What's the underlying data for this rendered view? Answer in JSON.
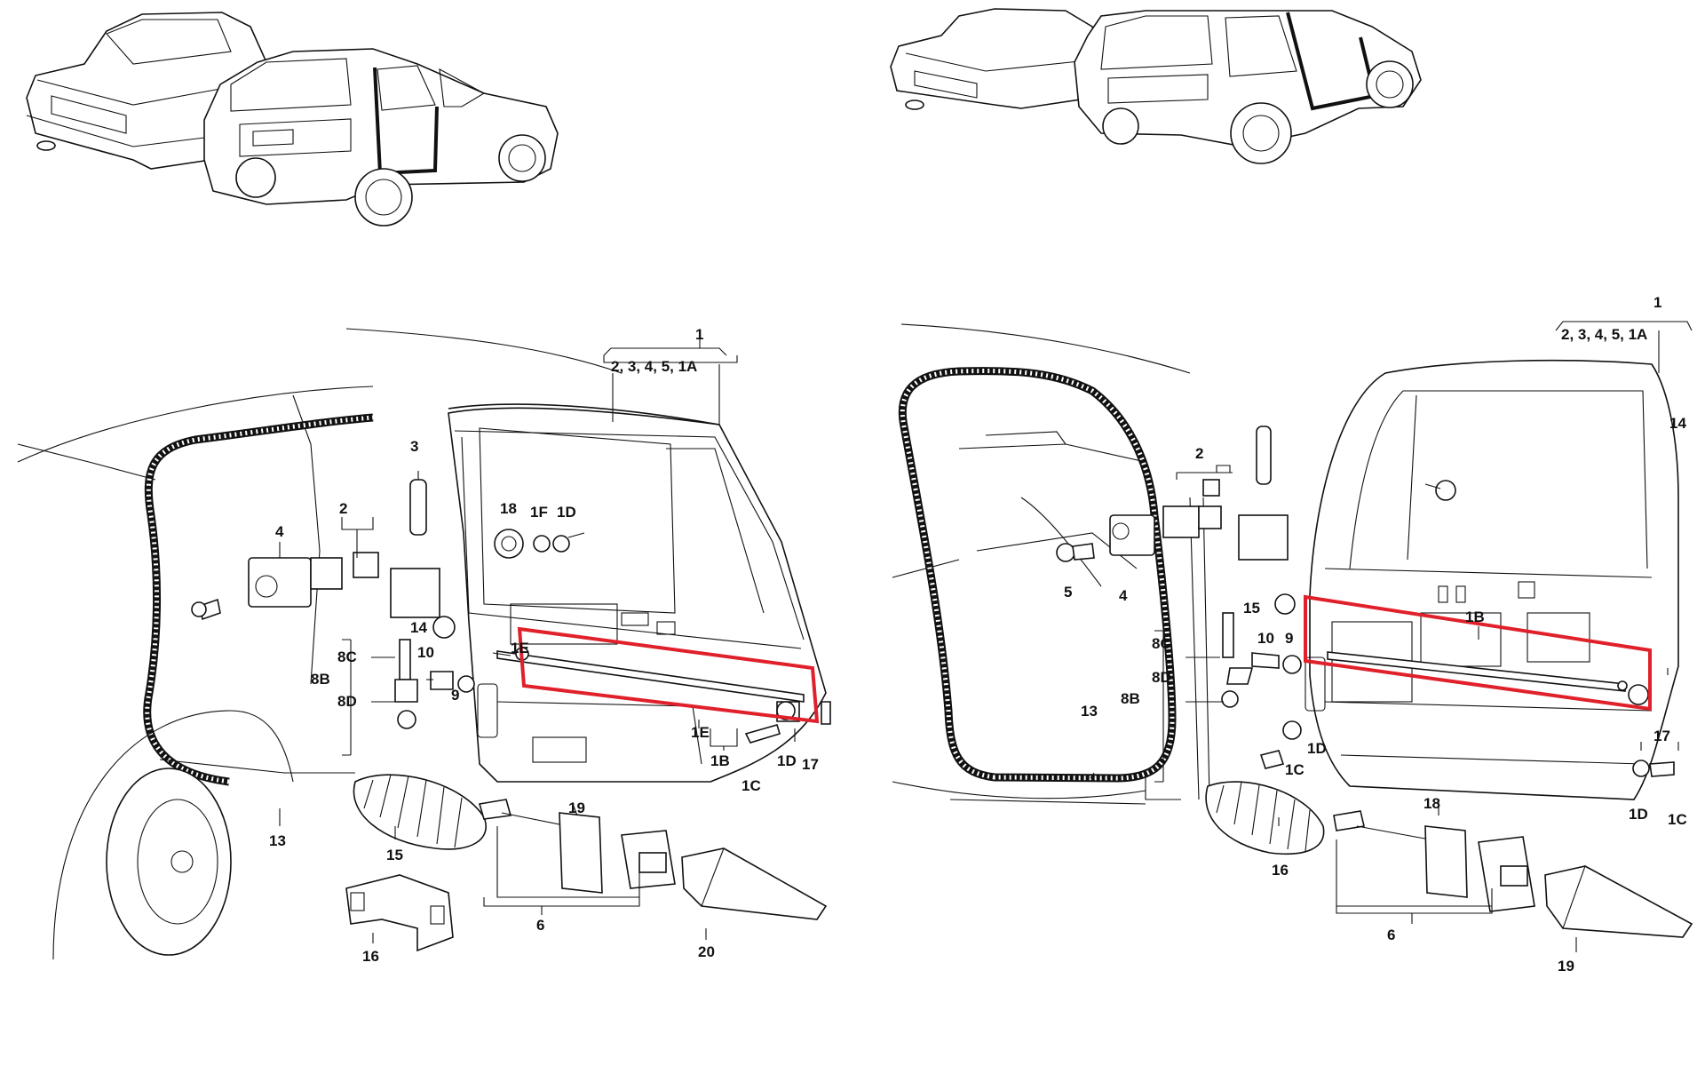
{
  "colors": {
    "highlight": "#e0202a",
    "ink": "#111111",
    "background": "#ffffff"
  },
  "left_diagram": {
    "group_label": "2, 3, 4, 5, 1A",
    "labels": {
      "p1": "1",
      "p2": "2",
      "p3": "3",
      "p4": "4",
      "p1f": "1F",
      "p1d_top": "1D",
      "p18": "18",
      "p14": "14",
      "p8c": "8C",
      "p8b": "8B",
      "p8d": "8D",
      "p10": "10",
      "p9": "9",
      "p1e_top": "1E",
      "p1e": "1E",
      "p1b": "1B",
      "p1c": "1C",
      "p1d": "1D",
      "p17": "17",
      "p13": "13",
      "p15": "15",
      "p19": "19",
      "p6": "6",
      "p16": "16",
      "p20": "20"
    }
  },
  "right_diagram": {
    "group_label": "2, 3, 4, 5, 1A",
    "labels": {
      "p1": "1",
      "p14": "14",
      "p2": "2",
      "p5": "5",
      "p4": "4",
      "p15": "15",
      "p8c": "8C",
      "p10": "10",
      "p9": "9",
      "p1b": "1B",
      "p8d": "8D",
      "p8b": "8B",
      "p13": "13",
      "p1d": "1D",
      "p1c": "1C",
      "p17": "17",
      "p1d_b": "1D",
      "p1c_b": "1C",
      "p16": "16",
      "p18": "18",
      "p6": "6",
      "p19": "19"
    }
  }
}
